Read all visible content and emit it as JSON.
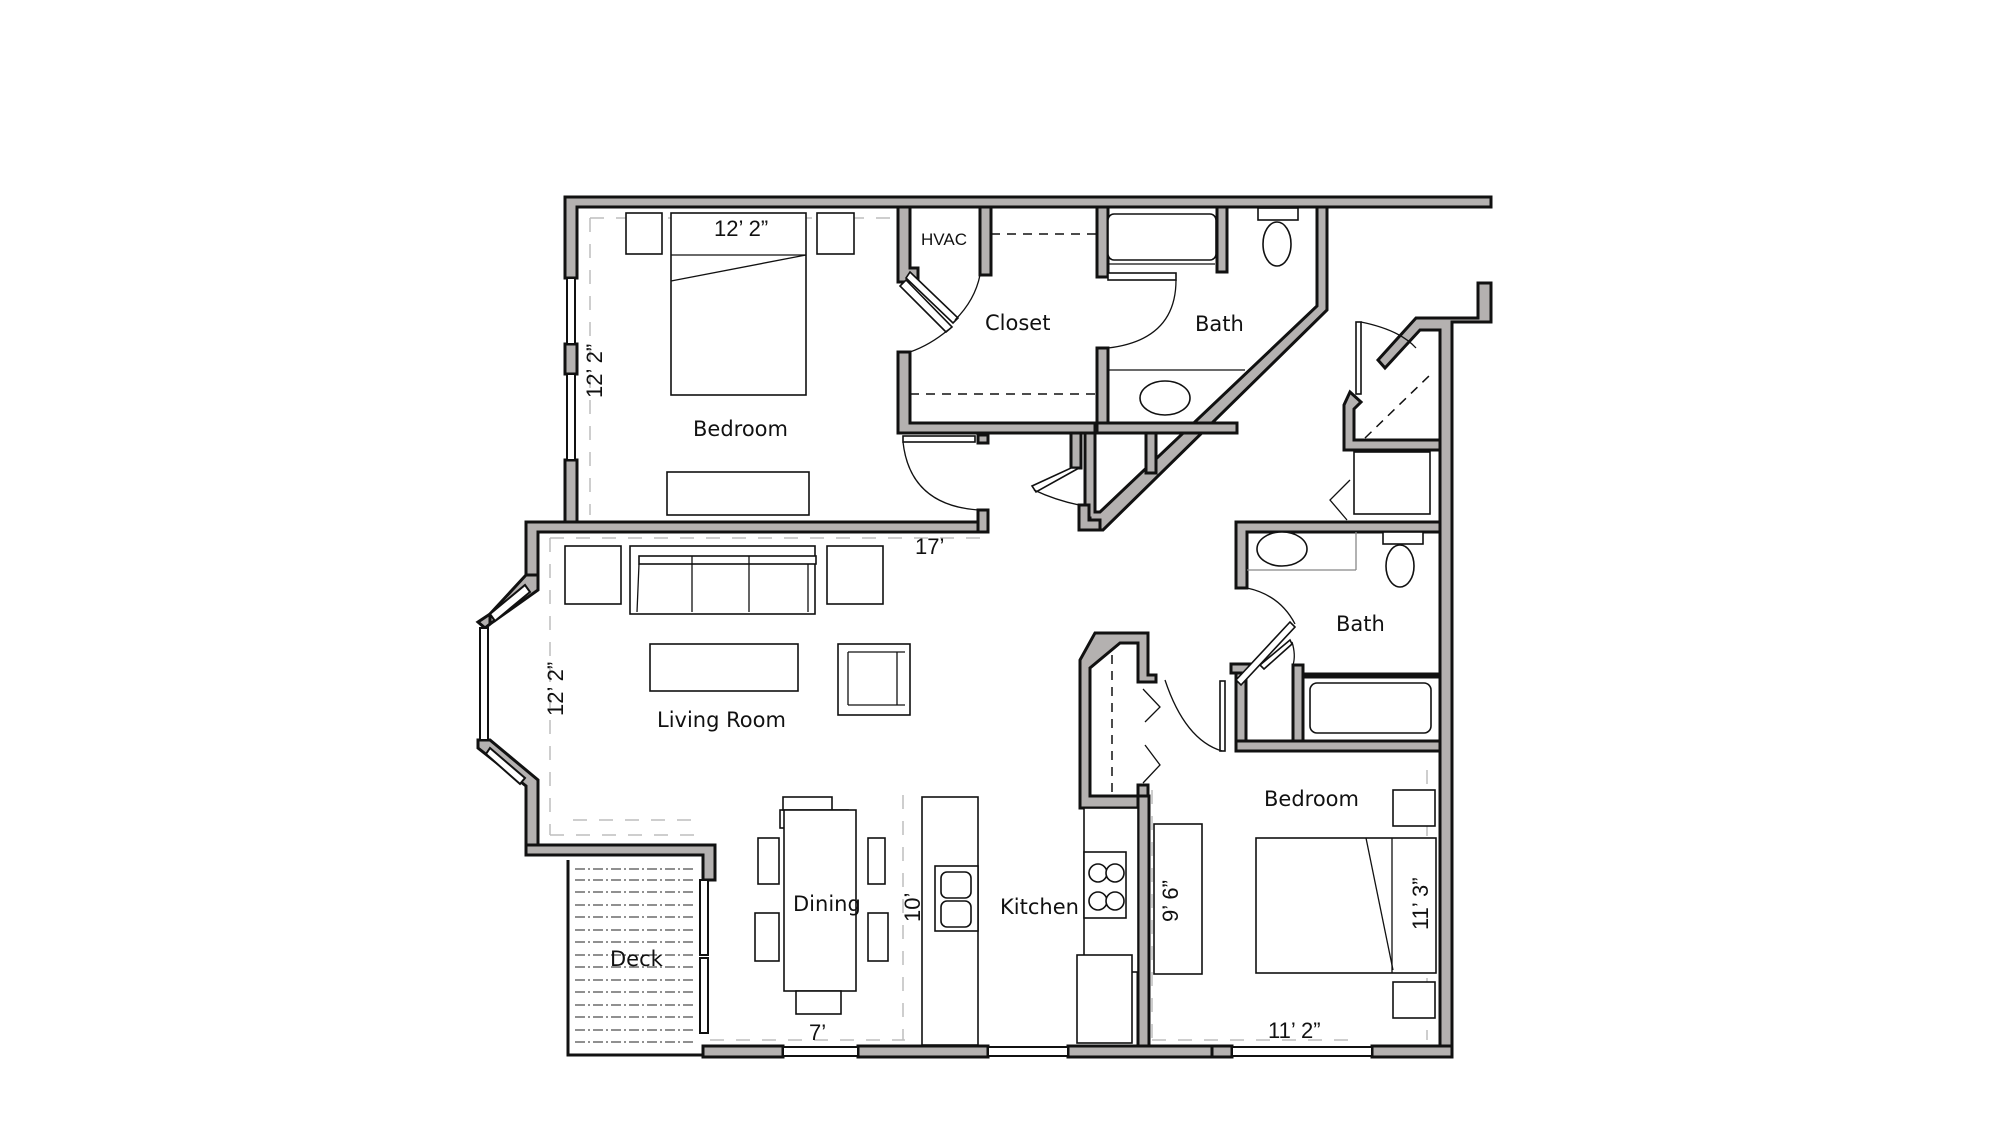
{
  "plan": {
    "colors": {
      "wall_fill": "#b4b1b0",
      "wall_stroke": "#111111",
      "background": "#ffffff",
      "dimension_line": "#bdbdbd"
    },
    "rooms": {
      "bedroom_1": {
        "label": "Bedroom",
        "width_dim": "12’ 2”",
        "depth_dim": "12’ 2”"
      },
      "hvac": {
        "label": "HVAC"
      },
      "closet": {
        "label": "Closet"
      },
      "bath_1": {
        "label": "Bath"
      },
      "living_room": {
        "label": "Living Room",
        "width_dim": "17’",
        "depth_dim": "12’ 2”"
      },
      "dining": {
        "label": "Dining",
        "width_dim": "7’",
        "depth_dim": "10’"
      },
      "kitchen": {
        "label": "Kitchen"
      },
      "deck": {
        "label": "Deck"
      },
      "bath_2": {
        "label": "Bath"
      },
      "bedroom_2": {
        "label": "Bedroom",
        "width_dim": "11’ 2”",
        "depth_dim": "11’ 3”",
        "closet_dim": "9’ 6”"
      }
    }
  }
}
